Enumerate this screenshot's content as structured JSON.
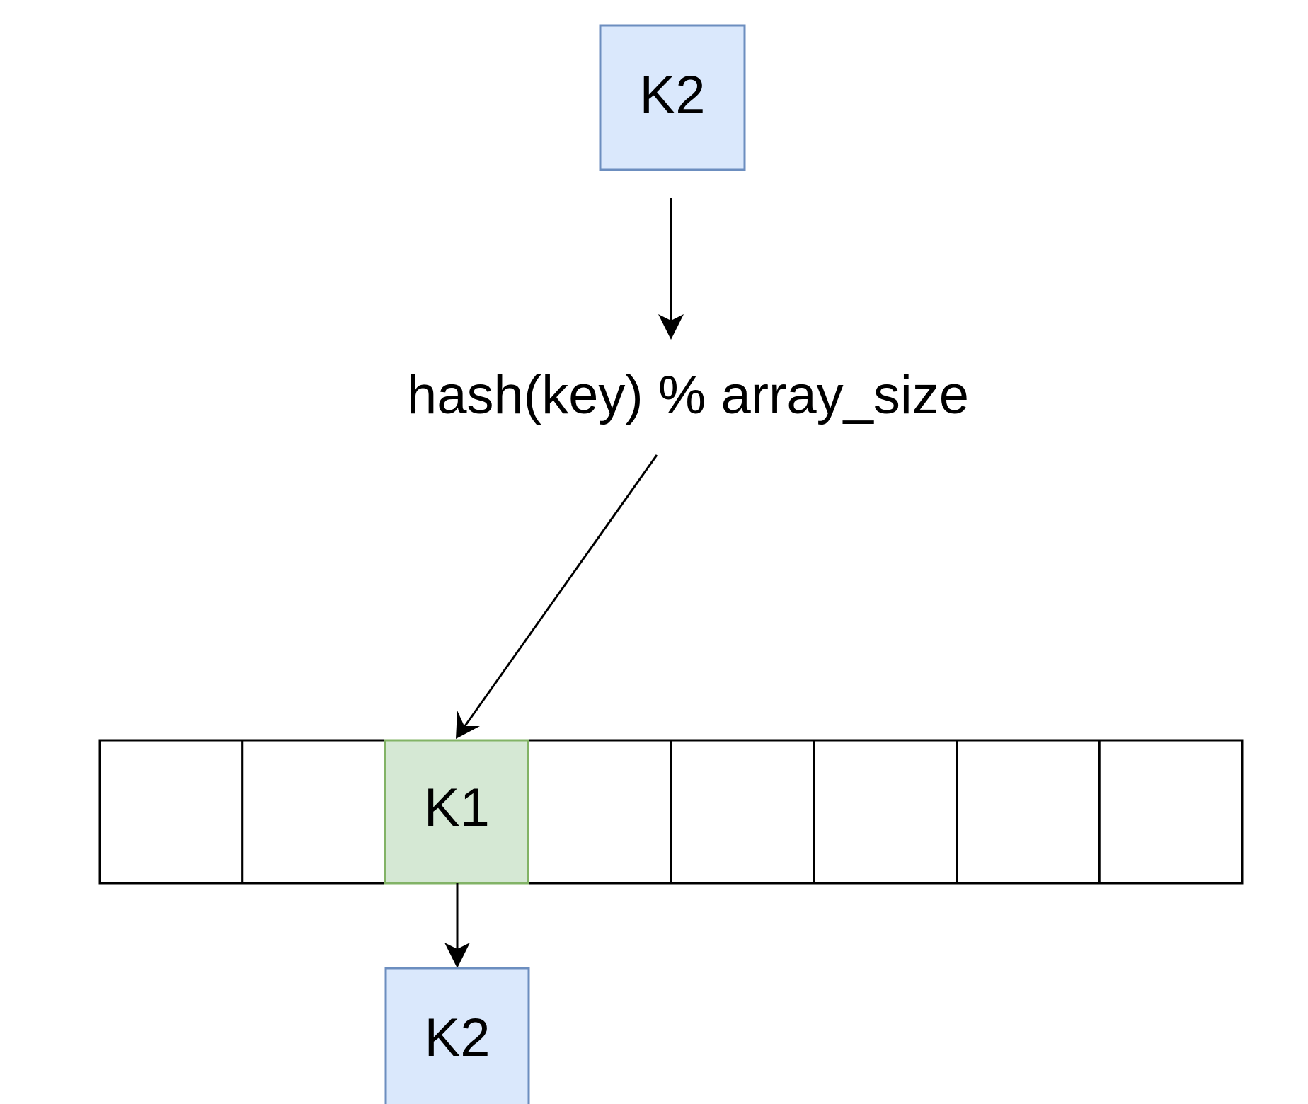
{
  "diagram": {
    "input_key": {
      "label": "K2",
      "fill": "#dae8fc",
      "stroke": "#6c8ebf"
    },
    "hash_function": {
      "label": "hash(key) % array_size"
    },
    "array": {
      "slot_count": 8,
      "slots": [
        "",
        "",
        "K1",
        "",
        "",
        "",
        "",
        ""
      ],
      "occupied_fill": "#d5e8d4",
      "occupied_stroke": "#82b366",
      "empty_fill": "#ffffff",
      "empty_stroke": "#000000"
    },
    "chained_key": {
      "label": "K2",
      "fill": "#dae8fc",
      "stroke": "#6c8ebf"
    },
    "edges": [
      {
        "from": "input_key",
        "to": "hash_function"
      },
      {
        "from": "hash_function",
        "to": "array_slot_2"
      },
      {
        "from": "array_slot_2",
        "to": "chained_key"
      }
    ]
  }
}
